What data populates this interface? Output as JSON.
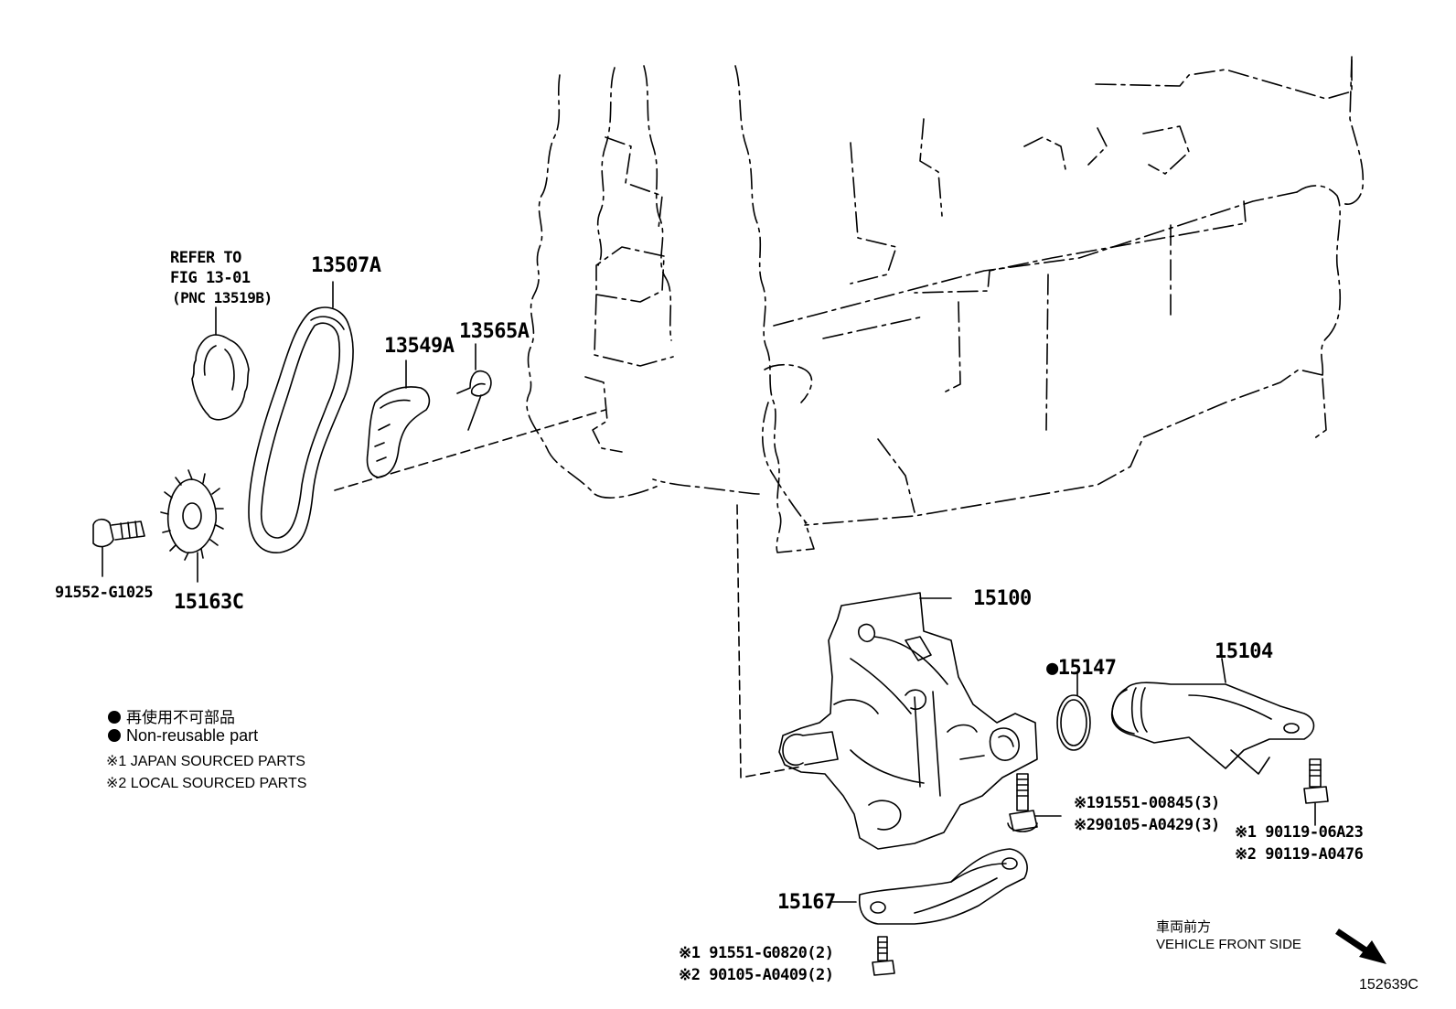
{
  "refer": {
    "line1": "REFER TO",
    "line2": "FIG 13-01",
    "line3": "(PNC 13519B)"
  },
  "parts": {
    "chain": "13507A",
    "guide": "13549A",
    "spring": "13565A",
    "sprocket": "15163C",
    "bolt": "91552-G1025",
    "pump": "15100",
    "oring_mark": "●",
    "oring": "15147",
    "strainer": "15104",
    "plate": "15167",
    "pump_bolt_1": "※191551-00845(3)",
    "pump_bolt_2": "※290105-A0429(3)",
    "strainer_bolt_1": "※1 90119-06A23",
    "strainer_bolt_2": "※2 90119-A0476",
    "plate_bolt_1": "※1 91551-G0820(2)",
    "plate_bolt_2": "※2 90105-A0409(2)"
  },
  "legend": {
    "nonreusable_jp": "再使用不可部品",
    "nonreusable_en": "Non-reusable part",
    "japan_sourced": "※1 JAPAN SOURCED PARTS",
    "local_sourced": "※2 LOCAL SOURCED PARTS"
  },
  "direction": {
    "jp": "車両前方",
    "en": "VEHICLE FRONT SIDE"
  },
  "figure_id": "152639C"
}
